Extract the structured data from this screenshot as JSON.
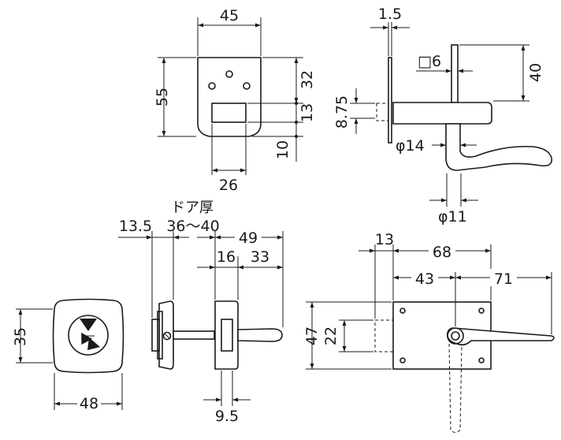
{
  "drawing": {
    "door_thickness_label": "ドア厚",
    "door_thickness_range": "36～40",
    "escutcheon_plate": {
      "width": "45",
      "height": "55",
      "upper": "32",
      "window": "13",
      "lower": "10",
      "window_width": "26"
    },
    "lever_side_view": {
      "plate_thickness": "1.5",
      "square_shaft": "□6",
      "shaft_length": "40",
      "offset": "8.75",
      "boss_diameter": "φ14",
      "lever_diameter": "φ11"
    },
    "section_view": {
      "thumbturn_offset": "13.5",
      "overall": "49",
      "plate_depth": "16",
      "lever_length": "33",
      "lever_width": "9.5"
    },
    "thumbturn_rose": {
      "height": "35",
      "width": "48"
    },
    "lever_front_view": {
      "offset": "13",
      "plate_width": "68",
      "to_center": "43",
      "lever_length": "71",
      "plate_height": "47",
      "cutout": "22"
    }
  }
}
